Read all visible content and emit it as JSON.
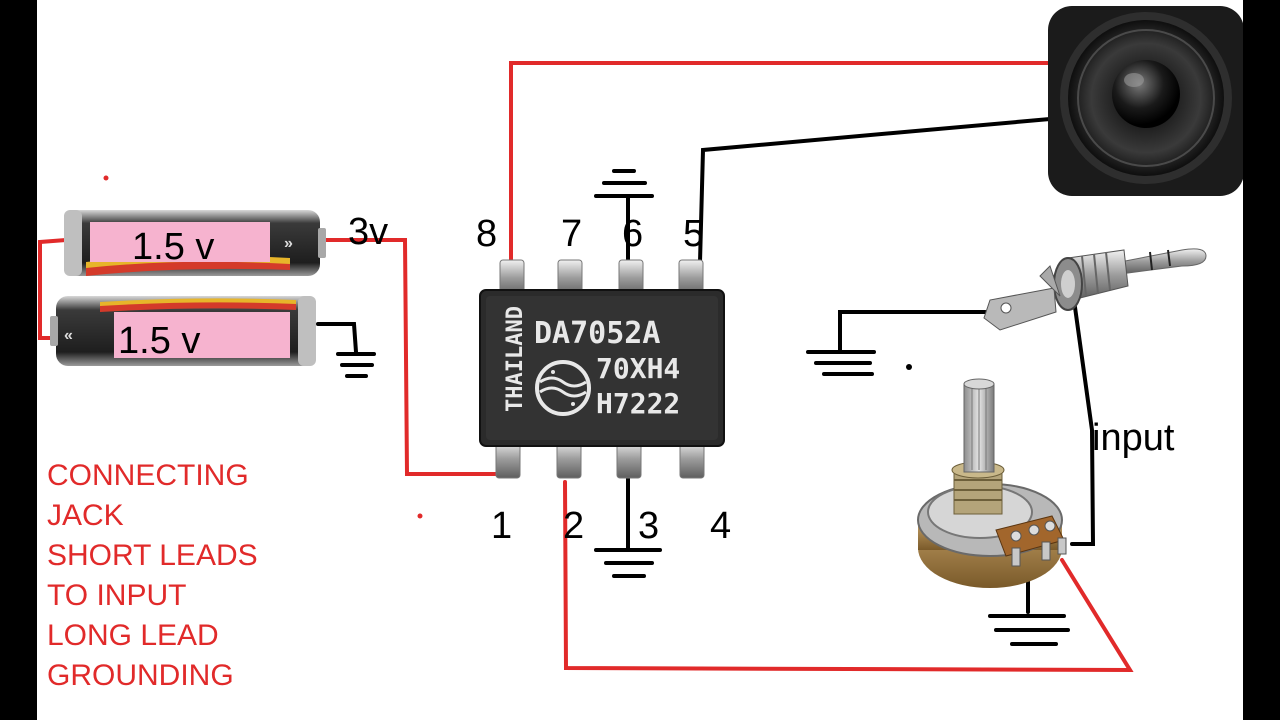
{
  "chip": {
    "origin": "THAILAND",
    "line1": "DA7052A",
    "line2": "70XH4",
    "line3": "H7222"
  },
  "pins": {
    "top": [
      "8",
      "7",
      "6",
      "5"
    ],
    "bottom": [
      "1",
      "2",
      "3",
      "4"
    ]
  },
  "batteries": {
    "top_label": "1.5 v",
    "bottom_label": "1.5 v",
    "total_voltage": "3v"
  },
  "input_label": "input",
  "notes": [
    "CONNECTING",
    "JACK",
    "SHORT LEADS",
    "TO INPUT",
    "LONG LEAD",
    "GROUNDING"
  ],
  "colors": {
    "red_wire": "#e12a2a",
    "black_wire": "#000000",
    "battery_label_bg": "#f6b3cf",
    "chip_body": "#2b2b2b"
  }
}
